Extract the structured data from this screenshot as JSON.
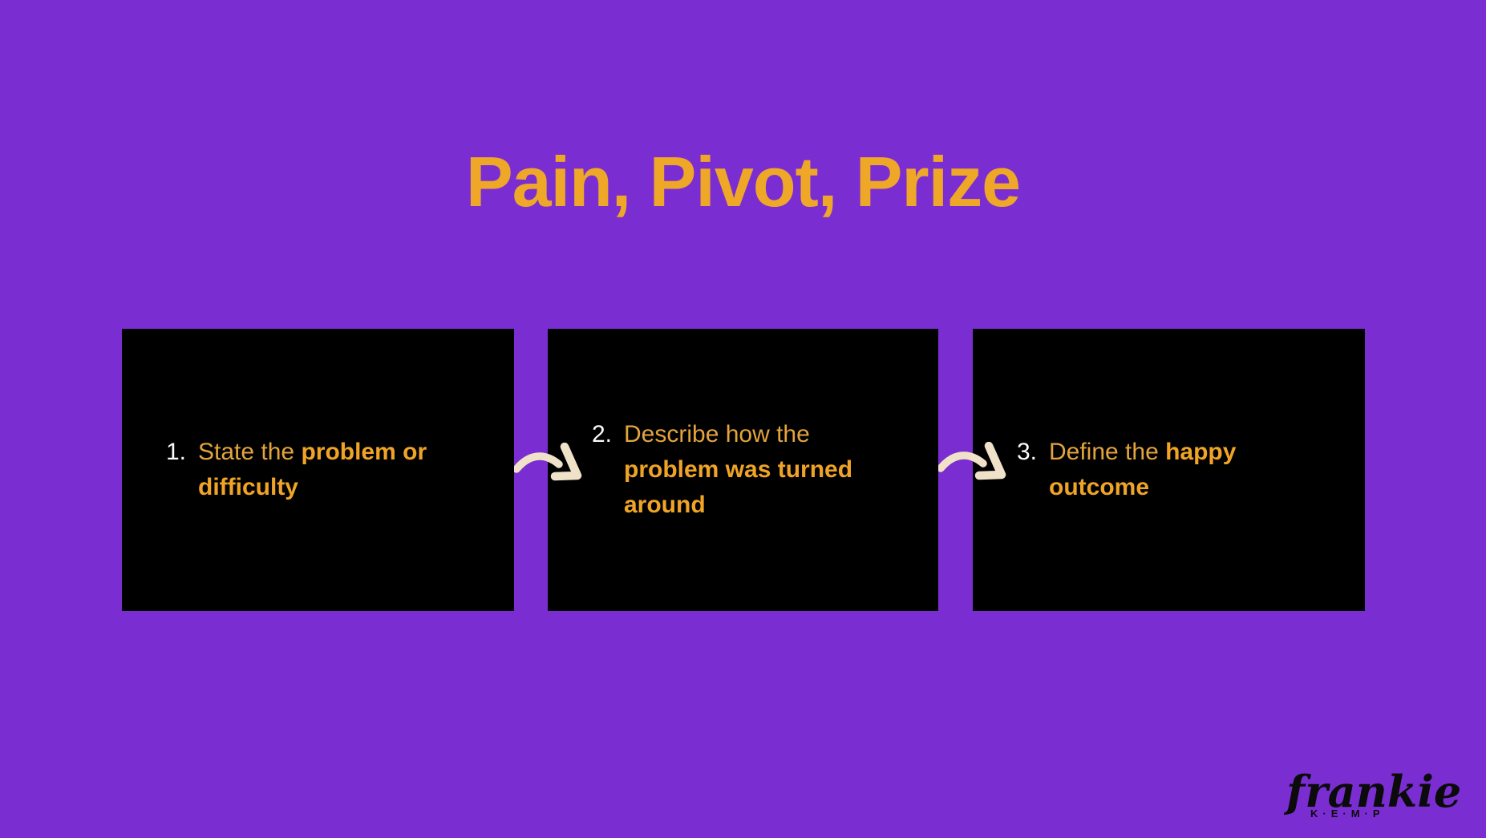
{
  "title": "Pain, Pivot, Prize",
  "steps": [
    {
      "number": "1.",
      "lead": "State the ",
      "emphasis": "problem or difficulty"
    },
    {
      "number": "2.",
      "lead": "Describe how the ",
      "emphasis": "problem was turned around"
    },
    {
      "number": "3.",
      "lead": "Define the ",
      "emphasis": "happy outcome"
    }
  ],
  "arrows": [
    {
      "icon": "curved-arrow-icon"
    },
    {
      "icon": "curved-arrow-icon"
    }
  ],
  "logo": {
    "script": "frankie",
    "letters": "K·E·M·P"
  },
  "colors": {
    "background_purple": "#7A2ED2",
    "card_black": "#000000",
    "title_orange": "#EFA728",
    "text_orange_regular": "#E3A43C",
    "text_orange_bold": "#F0A426",
    "number_white": "#FAFAFA",
    "arrow_cream": "#F0E2C9",
    "logo_black": "#0B0B0B"
  }
}
